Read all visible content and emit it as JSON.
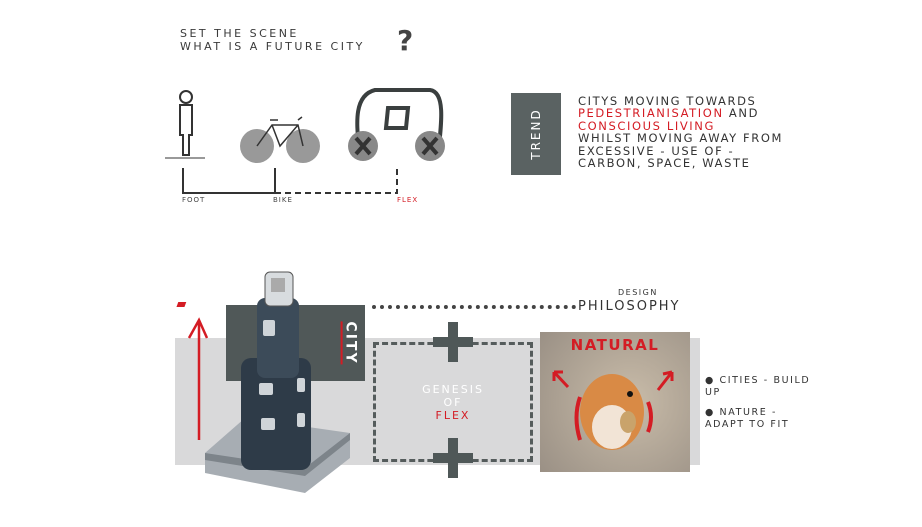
{
  "header": {
    "line1": "SET THE SCENE",
    "line2": "WHAT IS A FUTURE CITY",
    "question_mark": "?"
  },
  "timeline": {
    "labels": [
      "FOOT",
      "BIKE",
      "FLEX"
    ]
  },
  "trend": {
    "label": "TREND",
    "lines": [
      {
        "text": "CITYS MOVING TOWARDS"
      },
      {
        "red": "PEDESTRIANISATION",
        "text": " AND"
      },
      {
        "red": "CONSCIOUS LIVING"
      },
      {
        "text": "WHILST MOVING AWAY FROM"
      },
      {
        "text": "EXCESSIVE - USE OF -"
      },
      {
        "text": "CARBON, SPACE, WASTE"
      }
    ]
  },
  "philosophy": {
    "small": "DESIGN",
    "big": "PHILOSOPHY"
  },
  "city_label": "CITY",
  "genesis": {
    "line1": "GENESIS",
    "line2": "OF",
    "line3": "FLEX"
  },
  "natural_label": "NATURAL",
  "bullets": [
    {
      "line1": "CITIES - BUILD",
      "line2": "UP"
    },
    {
      "line1": "NATURE -",
      "line2": "ADAPT TO FIT"
    }
  ],
  "colors": {
    "accent": "#d41c24",
    "dark": "#505858",
    "band": "#d9d9da"
  }
}
